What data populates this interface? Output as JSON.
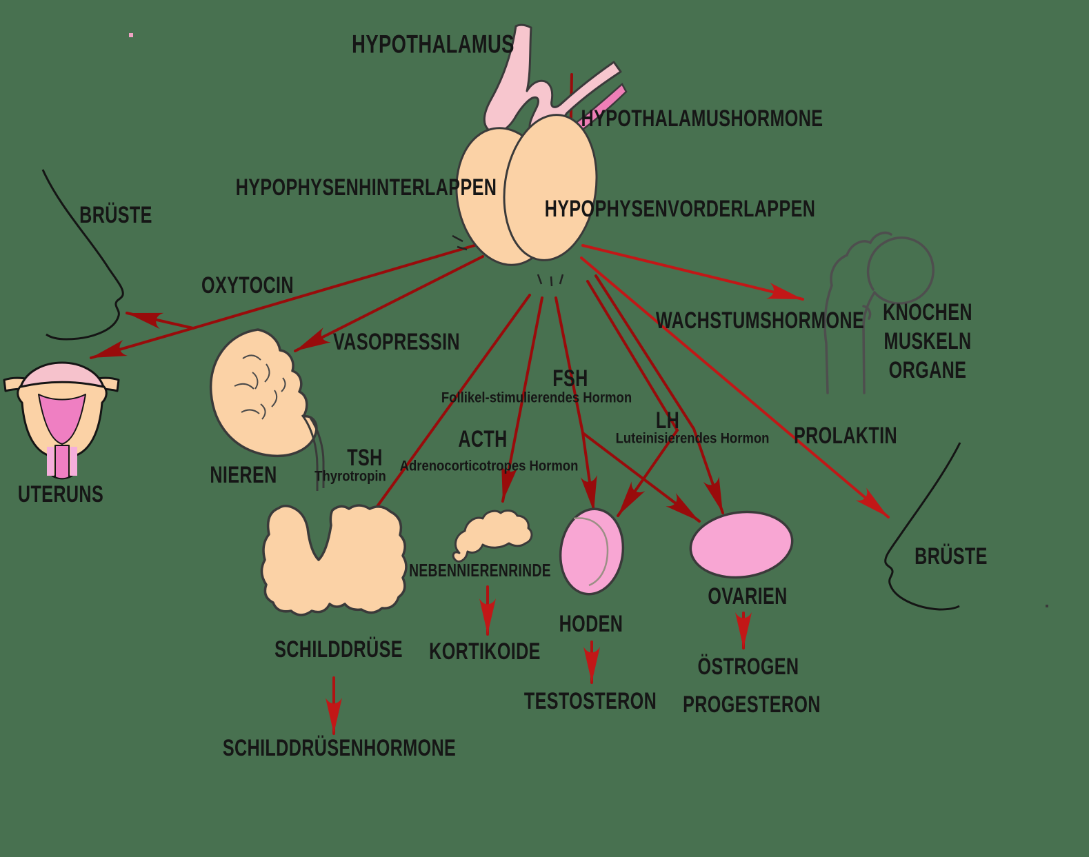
{
  "title": "Hypophyse und Hormone (Schema)",
  "colors": {
    "background": "#487150",
    "organ_peach": "#FBD2A6",
    "organ_pink_light": "#F7C6CE",
    "organ_pink_strong": "#EF7FB7",
    "gonad_pink": "#F8A6D3",
    "arrow_dark_red": "#990B0B",
    "arrow_bright_red": "#C21717",
    "outline_dark": "#3A3A3A",
    "bone_gray": "#4E4E4E",
    "text_black": "#161616"
  },
  "labels": {
    "hypothalamus": "HYPOTHALAMUS",
    "hypothalamushormone": "HYPOTHALAMUSHORMONE",
    "hypophysenhinterlappen": "HYPOPHYSENHINTERLAPPEN",
    "hypophysenvorderlappen": "HYPOPHYSENVORDERLAPPEN",
    "brueste_left": "BRÜSTE",
    "oxytocin": "OXYTOCIN",
    "vasopressin": "VASOPRESSIN",
    "nieren": "NIEREN",
    "uteruns": "UTERUNS",
    "tsh": "TSH",
    "tsh_sub": "Thyrotropin",
    "acth": "ACTH",
    "acth_sub": "Adrenocorticotropes Hormon",
    "fsh": "FSH",
    "fsh_sub": "Follikel-stimulierendes Hormon",
    "lh": "LH",
    "lh_sub": "Luteinisierendes Hormon",
    "wachstumshormone": "WACHSTUMSHORMONE",
    "knochen": "KNOCHEN",
    "muskeln": "MUSKELN",
    "organe": "ORGANE",
    "prolaktin": "PROLAKTIN",
    "schilddruese": "SCHILDDRÜSE",
    "schilddruesenhormone": "SCHILDDRÜSENHORMONE",
    "nebennierenrinde": "NEBENNIERENRINDE",
    "kortikoide": "KORTIKOIDE",
    "hoden": "HODEN",
    "testosteron": "TESTOSTERON",
    "ovarien": "OVARIEN",
    "oestrogen": "ÖSTROGEN",
    "progesteron": "PROGESTERON",
    "brueste_right": "BRÜSTE"
  },
  "connections": [
    {
      "from": "HYPOTHALAMUS",
      "hormone": "HYPOTHALAMUSHORMONE",
      "to": [
        "HYPOPHYSENVORDERLAPPEN"
      ]
    },
    {
      "from": "HYPOPHYSENHINTERLAPPEN",
      "hormone": "OXYTOCIN",
      "to": [
        "BRÜSTE",
        "UTERUNS"
      ]
    },
    {
      "from": "HYPOPHYSENHINTERLAPPEN",
      "hormone": "VASOPRESSIN",
      "to": [
        "NIEREN"
      ]
    },
    {
      "from": "HYPOPHYSENVORDERLAPPEN",
      "hormone": "TSH (Thyrotropin)",
      "to": [
        "SCHILDDRÜSE"
      ]
    },
    {
      "from": "HYPOPHYSENVORDERLAPPEN",
      "hormone": "ACTH (Adrenocorticotropes Hormon)",
      "to": [
        "NEBENNIERENRINDE"
      ]
    },
    {
      "from": "HYPOPHYSENVORDERLAPPEN",
      "hormone": "FSH (Follikel-stimulierendes Hormon)",
      "to": [
        "HODEN",
        "OVARIEN"
      ]
    },
    {
      "from": "HYPOPHYSENVORDERLAPPEN",
      "hormone": "LH (Luteinisierendes Hormon)",
      "to": [
        "HODEN",
        "OVARIEN"
      ]
    },
    {
      "from": "HYPOPHYSENVORDERLAPPEN",
      "hormone": "WACHSTUMSHORMONE",
      "to": [
        "KNOCHEN MUSKELN ORGANE"
      ]
    },
    {
      "from": "HYPOPHYSENVORDERLAPPEN",
      "hormone": "PROLAKTIN",
      "to": [
        "BRÜSTE"
      ]
    },
    {
      "from": "SCHILDDRÜSE",
      "hormone": "SCHILDDRÜSENHORMONE",
      "to": []
    },
    {
      "from": "NEBENNIERENRINDE",
      "hormone": "KORTIKOIDE",
      "to": []
    },
    {
      "from": "HODEN",
      "hormone": "TESTOSTERON",
      "to": []
    },
    {
      "from": "OVARIEN",
      "hormone": "ÖSTROGEN PROGESTERON",
      "to": []
    }
  ]
}
